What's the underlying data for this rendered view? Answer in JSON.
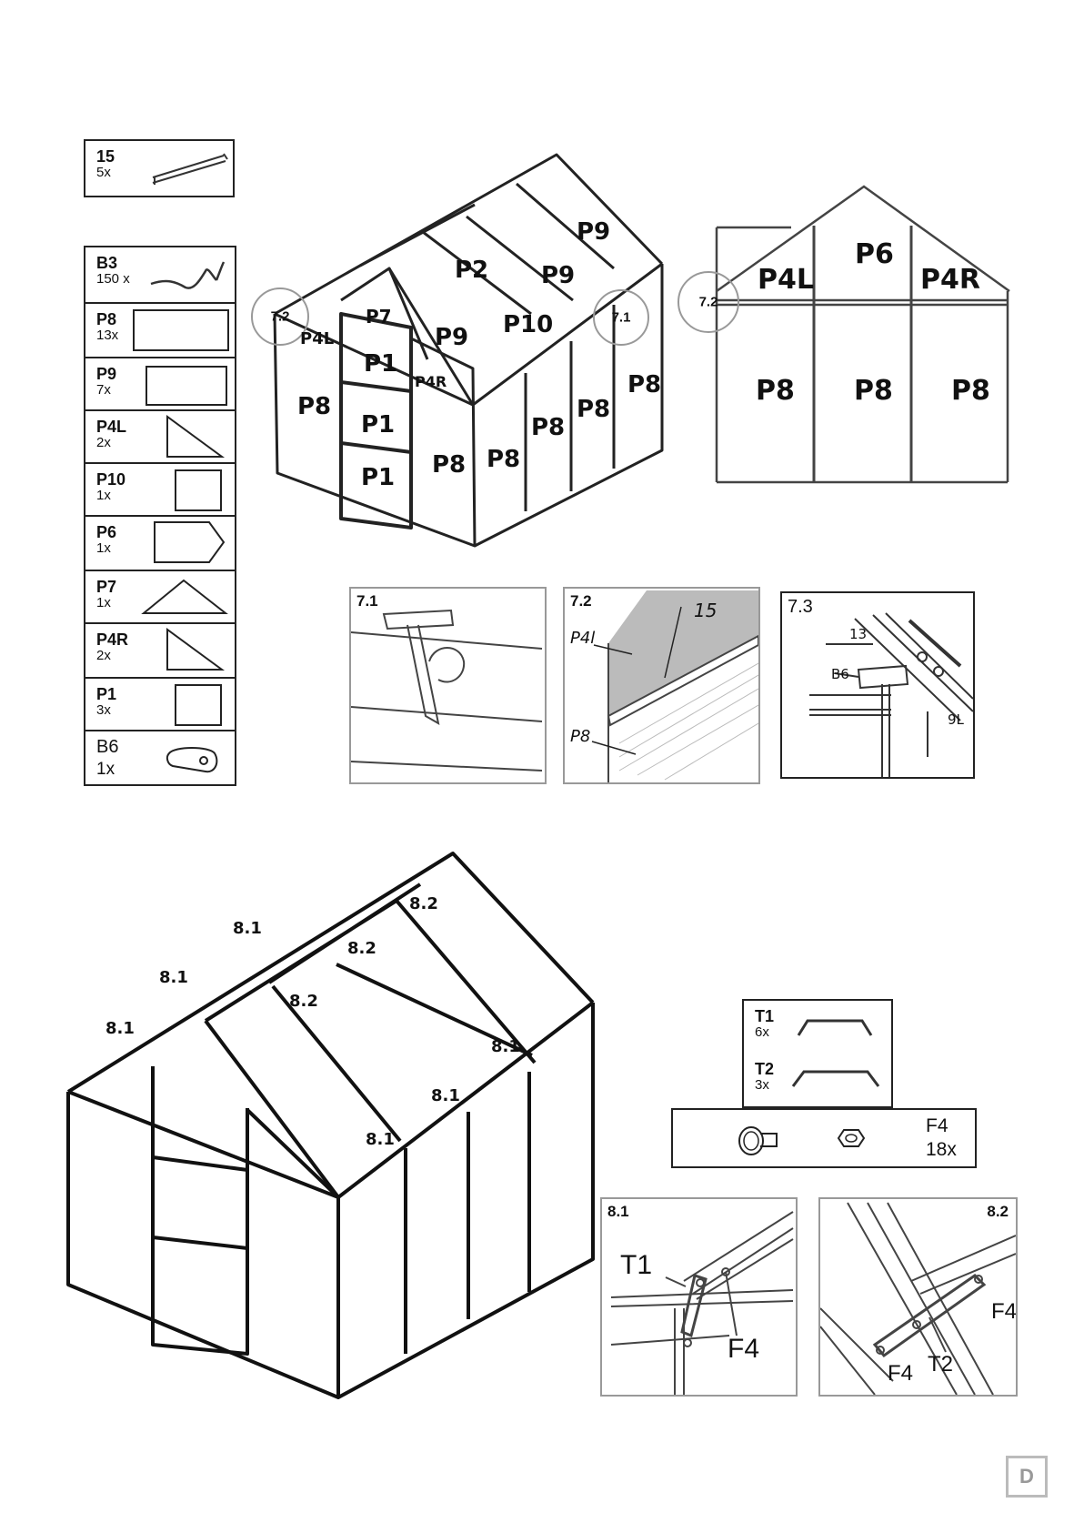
{
  "part_15": {
    "code": "15",
    "qty": "5x"
  },
  "parts": [
    {
      "code": "B3",
      "qty": "150 x",
      "icon": "clip-icon"
    },
    {
      "code": "P8",
      "qty": "13x",
      "icon": "panel-rect-icon"
    },
    {
      "code": "P9",
      "qty": "7x",
      "icon": "panel-rect-icon"
    },
    {
      "code": "P4L",
      "qty": "2x",
      "icon": "panel-triangle-icon"
    },
    {
      "code": "P10",
      "qty": "1x",
      "icon": "panel-square-icon"
    },
    {
      "code": "P6",
      "qty": "1x",
      "icon": "panel-pentagon-icon"
    },
    {
      "code": "P7",
      "qty": "1x",
      "icon": "panel-gable-icon"
    },
    {
      "code": "P4R",
      "qty": "2x",
      "icon": "panel-triangle-icon"
    },
    {
      "code": "P1",
      "qty": "3x",
      "icon": "panel-square-icon"
    },
    {
      "code": "B6",
      "qty": "1x",
      "icon": "connector-icon"
    }
  ],
  "iso_top": {
    "labels": {
      "p9a": "P9",
      "p9b": "P9",
      "p9c": "P9",
      "p2": "P2",
      "p10": "P10",
      "p7": "P7",
      "p4l": "P4L",
      "p4r": "P4R",
      "p1a": "P1",
      "p1b": "P1",
      "p1c": "P1",
      "p8a": "P8",
      "p8b": "P8",
      "p8c": "P8",
      "p8d": "P8",
      "p8e": "P8",
      "p8f": "P8"
    },
    "callouts": {
      "c72": "7.2",
      "c71": "7.1"
    }
  },
  "gable_view": {
    "labels": {
      "p6": "P6",
      "p4l": "P4L",
      "p4r": "P4R",
      "p8a": "P8",
      "p8b": "P8",
      "p8c": "P8"
    },
    "callout": "7.2"
  },
  "details_7": {
    "d71": {
      "title": "7.1"
    },
    "d72": {
      "title": "7.2",
      "l15": "15",
      "lp4l": "P4l",
      "lp8": "P8"
    },
    "d73": {
      "title": "7.3",
      "l13": "13",
      "lb6": "B6",
      "l9l": "9L"
    }
  },
  "iso_bottom": {
    "labels": {
      "a": "8.1",
      "b": "8.1",
      "c": "8.1",
      "d": "8.2",
      "e": "8.2",
      "f": "8.2",
      "g": "8.1",
      "h": "8.1",
      "i": "8.1"
    }
  },
  "hardware": {
    "t1": {
      "code": "T1",
      "qty": "6x"
    },
    "t2": {
      "code": "T2",
      "qty": "3x"
    },
    "f4": {
      "code": "F4",
      "qty": "18x"
    }
  },
  "details_8": {
    "d81": {
      "title": "8.1",
      "t1": "T1",
      "f4": "F4"
    },
    "d82": {
      "title": "8.2",
      "f4a": "F4",
      "f4b": "F4",
      "t2": "T2"
    }
  },
  "page_marker": "D"
}
